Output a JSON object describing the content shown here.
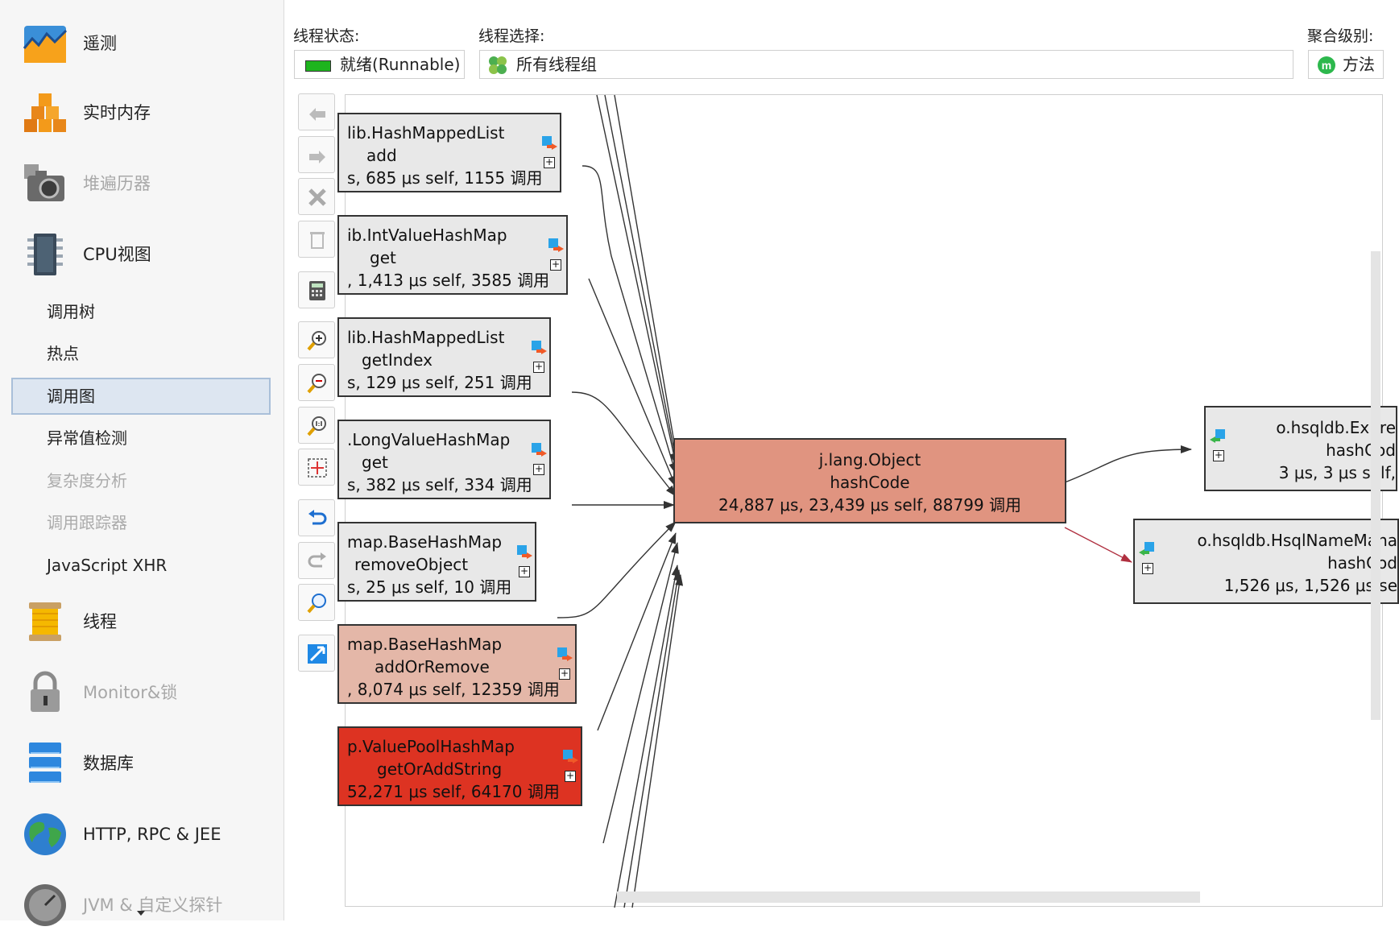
{
  "sidebar": {
    "items": [
      {
        "label": "遥测",
        "icon": "telemetry-chart-icon",
        "enabled": true
      },
      {
        "label": "实时内存",
        "icon": "memory-cubes-icon",
        "enabled": true
      },
      {
        "label": "堆遍历器",
        "icon": "heap-camera-icon",
        "enabled": false
      },
      {
        "label": "CPU视图",
        "icon": "cpu-chip-icon",
        "enabled": true
      },
      {
        "label": "线程",
        "icon": "thread-spool-icon",
        "enabled": true
      },
      {
        "label": "Monitor&锁",
        "icon": "lock-icon",
        "enabled": false
      },
      {
        "label": "数据库",
        "icon": "database-icon",
        "enabled": true
      },
      {
        "label": "HTTP, RPC & JEE",
        "icon": "globe-icon",
        "enabled": true
      },
      {
        "label": "JVM & 自定义探针",
        "icon": "gauge-icon",
        "enabled": false
      }
    ],
    "cpu_subitems": [
      {
        "label": "调用树",
        "enabled": true,
        "selected": false
      },
      {
        "label": "热点",
        "enabled": true,
        "selected": false
      },
      {
        "label": "调用图",
        "enabled": true,
        "selected": true
      },
      {
        "label": "异常值检测",
        "enabled": true,
        "selected": false
      },
      {
        "label": "复杂度分析",
        "enabled": false,
        "selected": false
      },
      {
        "label": "调用跟踪器",
        "enabled": false,
        "selected": false
      },
      {
        "label": "JavaScript XHR",
        "enabled": true,
        "selected": false
      }
    ]
  },
  "filters": {
    "thread_state_label": "线程状态:",
    "thread_state_value": "就绪(Runnable)",
    "thread_state_color": "#1eb41e",
    "thread_select_label": "线程选择:",
    "thread_select_value": "所有线程组",
    "aggregation_label": "聚合级别:",
    "aggregation_value": "方法"
  },
  "toolbar": [
    "back-arrow-icon",
    "forward-arrow-icon",
    "delete-x-icon",
    "clear-trash-icon",
    "calculator-icon",
    "zoom-in-icon",
    "zoom-out-icon",
    "zoom-100-icon",
    "fit-content-icon",
    "undo-icon",
    "redo-icon",
    "find-icon",
    "expand-graph-icon"
  ],
  "graph": {
    "callers": [
      {
        "class": "lib.HashMappedList",
        "method": "add",
        "stats": "s, 685 μs self, 1155 调用",
        "fill": "#e8e8e8"
      },
      {
        "class": "ib.IntValueHashMap",
        "method": "get",
        "stats": ", 1,413 μs self, 3585 调用",
        "fill": "#e8e8e8"
      },
      {
        "class": "lib.HashMappedList",
        "method": "getIndex",
        "stats": "s, 129 μs self, 251 调用",
        "fill": "#e8e8e8"
      },
      {
        "class": ".LongValueHashMap",
        "method": "get",
        "stats": "s, 382 μs self, 334 调用",
        "fill": "#e8e8e8"
      },
      {
        "class": "map.BaseHashMap",
        "method": "removeObject",
        "stats": "s, 25 μs self, 10 调用",
        "fill": "#e8e8e8"
      },
      {
        "class": "map.BaseHashMap",
        "method": "addOrRemove",
        "stats": ", 8,074 μs self, 12359 调用",
        "fill": "#e4b7a8"
      },
      {
        "class": "p.ValuePoolHashMap",
        "method": "getOrAddString",
        "stats": "52,271 μs self, 64170 调用",
        "fill": "#dd3322"
      }
    ],
    "center": {
      "class": "j.lang.Object",
      "method": "hashCode",
      "stats": "24,887 μs, 23,439 μs self, 88799 调用",
      "fill": "#e09480"
    },
    "callees": [
      {
        "class": "o.hsqldb.Expre",
        "method": "hashCod",
        "stats": "3 μs, 3 μs self,",
        "fill": "#e8e8e8"
      },
      {
        "class": "o.hsqldb.HsqlNameMana",
        "method": "hashCod",
        "stats": "1,526 μs, 1,526 μs se",
        "fill": "#e8e8e8"
      }
    ],
    "plus_symbol": "+"
  }
}
